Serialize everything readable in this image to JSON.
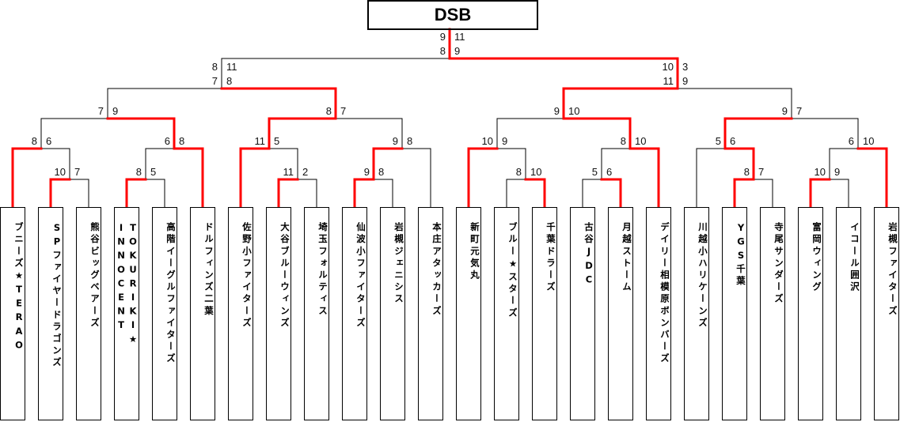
{
  "title": "DSB",
  "colors": {
    "winner_line": "#ff0000",
    "line": "#000000"
  },
  "teams": [
    "ブニーズ★TERAO",
    "SPファイヤードラゴンズ",
    "熊谷ビッグベアーズ",
    "TOKURIKI★\nINNOCENT",
    "高階イーグルファイターズ",
    "ドルフィンズ二葉",
    "佐野小ファイターズ",
    "大谷ブルーウィンズ",
    "埼玉フォルティス",
    "仙波小ファイターズ",
    "岩槻ジェニシス",
    "本庄アタッカーズ",
    "新町元気丸",
    "ブルー★スターズ",
    "千葉ドラーズ",
    "古谷JDC",
    "月越ストーム",
    "デイリー相模原ボンバーズ",
    "川越小ハリケーンズ",
    "YGS千葉",
    "寺尾サンダーズ",
    "富岡ウィング",
    "イコール囲沢",
    "岩槻ファイターズ"
  ],
  "bracket": {
    "round": "final",
    "scores": [
      [
        9,
        11
      ],
      [
        8,
        9
      ]
    ],
    "winner": "right",
    "left": {
      "round": "semifinal",
      "scores": [
        [
          8,
          11
        ],
        [
          7,
          8
        ]
      ],
      "winner": "right",
      "left": {
        "scores": [
          [
            7,
            9
          ]
        ],
        "winner": "right",
        "left": {
          "scores": [
            [
              8,
              6
            ]
          ],
          "winner": "left",
          "left": {
            "team": 0
          },
          "right": {
            "scores": [
              [
                10,
                7
              ]
            ],
            "winner": "left",
            "left": {
              "team": 1
            },
            "right": {
              "team": 2
            }
          }
        },
        "right": {
          "scores": [
            [
              6,
              8
            ]
          ],
          "winner": "right",
          "left": {
            "scores": [
              [
                8,
                5
              ]
            ],
            "winner": "left",
            "left": {
              "team": 3
            },
            "right": {
              "team": 4
            }
          },
          "right": {
            "team": 5
          }
        }
      },
      "right": {
        "scores": [
          [
            8,
            7
          ]
        ],
        "winner": "left",
        "left": {
          "scores": [
            [
              11,
              5
            ]
          ],
          "winner": "left",
          "left": {
            "team": 6
          },
          "right": {
            "scores": [
              [
                11,
                2
              ]
            ],
            "winner": "left",
            "left": {
              "team": 7
            },
            "right": {
              "team": 8
            }
          }
        },
        "right": {
          "scores": [
            [
              9,
              8
            ]
          ],
          "winner": "left",
          "left": {
            "scores": [
              [
                9,
                8
              ]
            ],
            "winner": "left",
            "left": {
              "team": 9
            },
            "right": {
              "team": 10
            }
          },
          "right": {
            "team": 11
          }
        }
      }
    },
    "right": {
      "round": "semifinal",
      "scores": [
        [
          10,
          3
        ],
        [
          11,
          9
        ]
      ],
      "winner": "left",
      "left": {
        "scores": [
          [
            9,
            10
          ]
        ],
        "winner": "right",
        "left": {
          "scores": [
            [
              10,
              9
            ]
          ],
          "winner": "left",
          "left": {
            "team": 12
          },
          "right": {
            "scores": [
              [
                8,
                10
              ]
            ],
            "winner": "right",
            "left": {
              "team": 13
            },
            "right": {
              "team": 14
            }
          }
        },
        "right": {
          "scores": [
            [
              8,
              10
            ]
          ],
          "winner": "right",
          "left": {
            "scores": [
              [
                5,
                6
              ]
            ],
            "winner": "right",
            "left": {
              "team": 15
            },
            "right": {
              "team": 16
            }
          },
          "right": {
            "team": 17
          }
        }
      },
      "right": {
        "scores": [
          [
            9,
            7
          ]
        ],
        "winner": "left",
        "left": {
          "scores": [
            [
              5,
              6
            ]
          ],
          "winner": "right",
          "left": {
            "team": 18
          },
          "right": {
            "scores": [
              [
                8,
                7
              ]
            ],
            "winner": "left",
            "left": {
              "team": 19
            },
            "right": {
              "team": 20
            }
          }
        },
        "right": {
          "scores": [
            [
              6,
              10
            ]
          ],
          "winner": "right",
          "left": {
            "scores": [
              [
                10,
                9
              ]
            ],
            "winner": "left",
            "left": {
              "team": 21
            },
            "right": {
              "team": 22
            }
          },
          "right": {
            "team": 23
          }
        }
      }
    }
  }
}
